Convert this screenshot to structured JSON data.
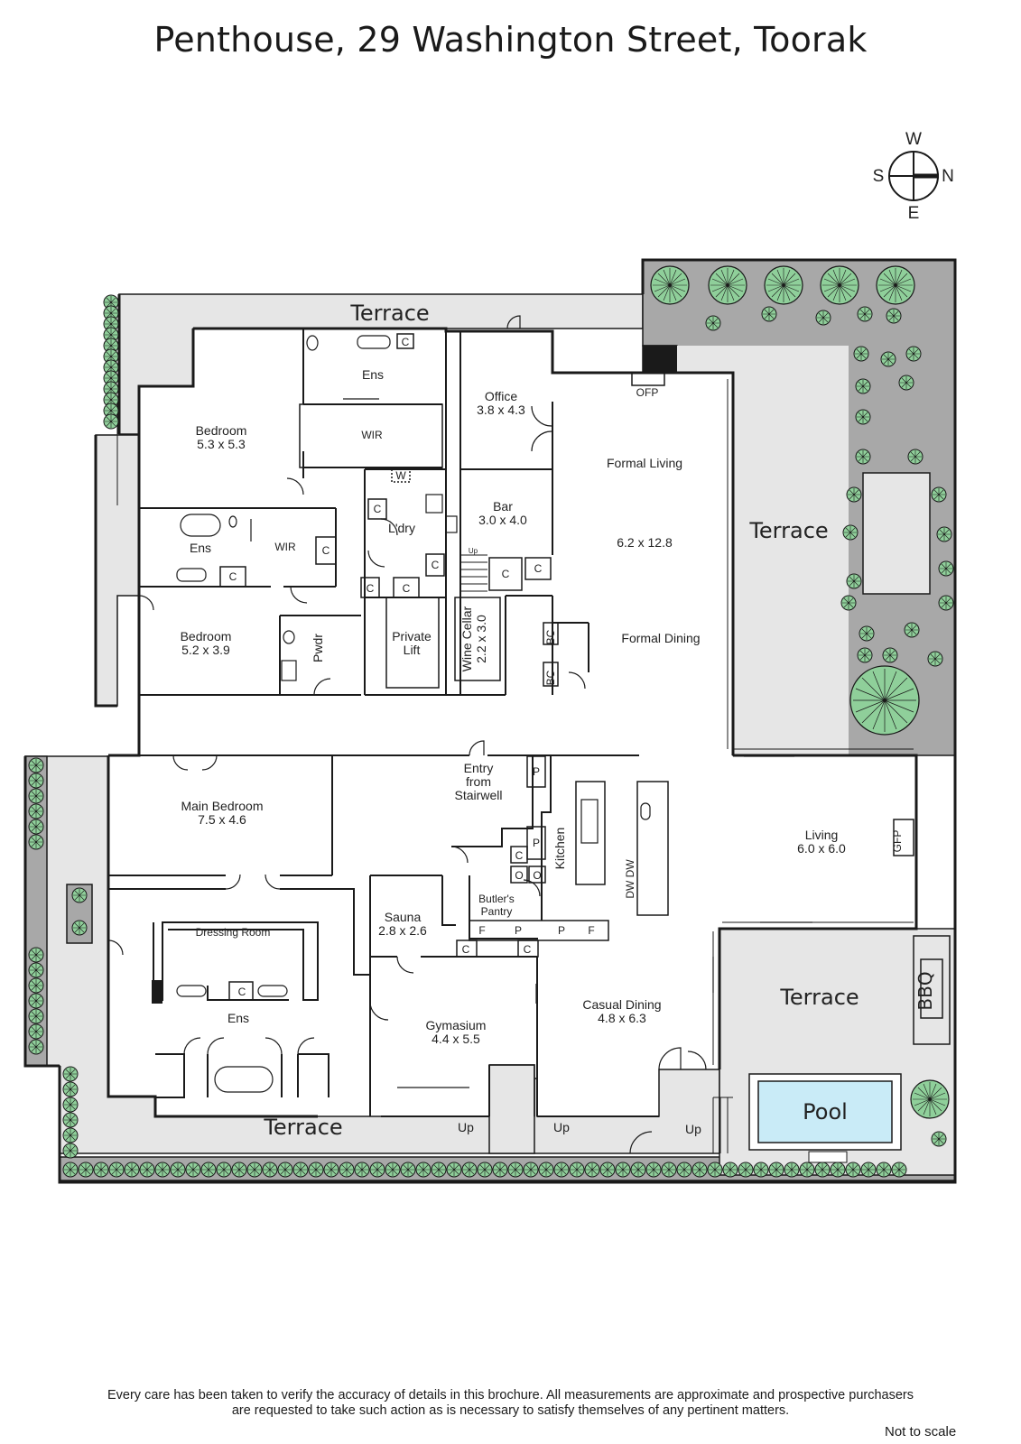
{
  "title": "Penthouse, 29 Washington Street, Toorak",
  "compass": {
    "w": "W",
    "s": "S",
    "n": "N",
    "e": "E"
  },
  "rooms": {
    "terrace_top": "Terrace",
    "terrace_east": "Terrace",
    "terrace_bottom": "Terrace",
    "terrace_pool": "Terrace",
    "ens_top": "Ens",
    "wir_top": "WIR",
    "office_name": "Office",
    "office_dim": "3.8 x 4.3",
    "ofp": "OFP",
    "formal_living": "Formal Living",
    "formal_dim": "6.2 x 12.8",
    "formal_dining": "Formal Dining",
    "bedroom1_name": "Bedroom",
    "bedroom1_dim": "5.3 x 5.3",
    "ens_mid": "Ens",
    "wir_mid": "WIR",
    "bedroom2_name": "Bedroom",
    "bedroom2_dim": "5.2 x 3.9",
    "pwdr": "Pwdr",
    "ldry": "L'dry",
    "w": "W",
    "bar_name": "Bar",
    "bar_dim": "3.0 x 4.0",
    "up_small": "Up",
    "private_lift_1": "Private",
    "private_lift_2": "Lift",
    "wine_cellar_1": "Wine Cellar",
    "wine_cellar_2": "2.2 x 3.0",
    "bc": "BC",
    "c": "C",
    "main_bed_name": "Main Bedroom",
    "main_bed_dim": "7.5 x 4.6",
    "entry_1": "Entry",
    "entry_2": "from",
    "entry_3": "Stairwell",
    "kitchen": "Kitchen",
    "dw": "DW DW",
    "p": "P",
    "o": "O",
    "f": "F",
    "living_name": "Living",
    "living_dim": "6.0 x 6.0",
    "gfp": "GFP",
    "dressing": "Dressing Room",
    "ens_main": "Ens",
    "sauna_name": "Sauna",
    "sauna_dim": "2.8 x 2.6",
    "butlers_1": "Butler's",
    "butlers_2": "Pantry",
    "gym_name": "Gymasium",
    "gym_dim": "4.4 x 5.5",
    "casual_name": "Casual Dining",
    "casual_dim": "4.8 x 6.3",
    "bbq": "BBQ",
    "pool": "Pool",
    "up": "Up"
  },
  "colors": {
    "wall": "#1a1a1a",
    "terrace": "#e6e6e6",
    "planter": "#a8a8a8",
    "shrub": "#8fcf9a",
    "pool": "#c9ebf7"
  },
  "disclaimer_1": "Every care has been taken to verify the accuracy of details in this brochure.  All measurements are approximate and prospective purchasers",
  "disclaimer_2": "are requested to take such action as is necessary to satisfy themselves of any pertinent matters.",
  "not_to_scale": "Not to scale"
}
